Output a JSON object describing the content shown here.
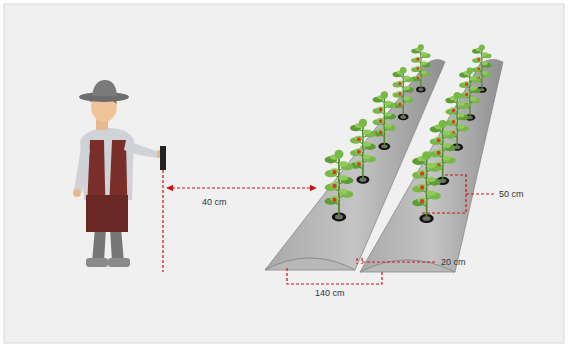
{
  "diagram": {
    "labels": [
      "40 cm",
      "50 cm",
      "20 cm",
      "140 cm"
    ]
  }
}
